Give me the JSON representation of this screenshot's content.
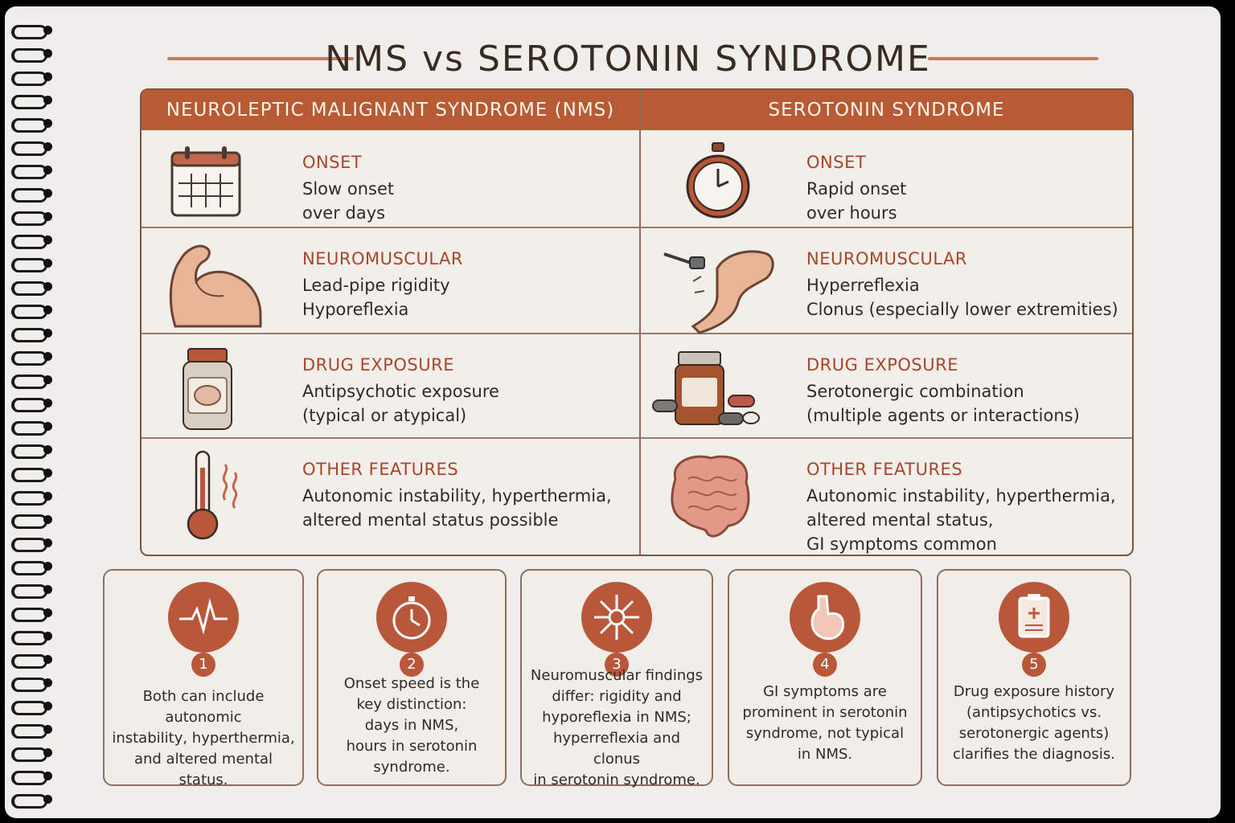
{
  "title": "NMS vs SEROTONIN SYNDROME",
  "columns": {
    "left_header": "NEUROLEPTIC MALIGNANT SYNDROME (NMS)",
    "right_header": "SEROTONIN SYNDROME"
  },
  "rows": [
    {
      "nms": {
        "label": "ONSET",
        "lines": [
          "Slow onset",
          "over days"
        ],
        "icon": "calendar-icon"
      },
      "ss": {
        "label": "ONSET",
        "lines": [
          "Rapid onset",
          "over hours"
        ],
        "icon": "stopwatch-icon"
      }
    },
    {
      "nms": {
        "label": "NEUROMUSCULAR",
        "lines": [
          "Lead-pipe rigidity",
          "Hyporeflexia"
        ],
        "icon": "flexed-arm-icon"
      },
      "ss": {
        "label": "NEUROMUSCULAR",
        "lines": [
          "Hyperreflexia",
          "Clonus (especially lower extremities)"
        ],
        "icon": "reflex-hammer-knee-icon"
      }
    },
    {
      "nms": {
        "label": "DRUG EXPOSURE",
        "lines": [
          "Antipsychotic exposure",
          "(typical or atypical)"
        ],
        "icon": "pill-bottle-brain-icon"
      },
      "ss": {
        "label": "DRUG EXPOSURE",
        "lines": [
          "Serotonergic combination",
          "(multiple agents or interactions)"
        ],
        "icon": "pill-bottle-capsules-icon"
      }
    },
    {
      "nms": {
        "label": "OTHER FEATURES",
        "lines": [
          "Autonomic instability, hyperthermia,",
          "altered mental status possible"
        ],
        "icon": "thermometer-icon"
      },
      "ss": {
        "label": "OTHER FEATURES",
        "lines": [
          "Autonomic instability, hyperthermia,",
          "altered mental status,",
          "GI symptoms common"
        ],
        "icon": "intestines-icon"
      }
    }
  ],
  "cards": [
    {
      "number": "1",
      "icon": "heartbeat-icon",
      "lines": [
        "Both can include autonomic",
        "instability, hyperthermia,",
        "and altered mental status."
      ]
    },
    {
      "number": "2",
      "icon": "stopwatch-icon",
      "lines": [
        "Onset speed is the",
        "key distinction:",
        "days in NMS,",
        "hours in serotonin",
        "syndrome."
      ]
    },
    {
      "number": "3",
      "icon": "neuron-icon",
      "lines": [
        "Neuromuscular findings",
        "differ: rigidity and",
        "hyporeflexia in NMS;",
        "hyperreflexia and clonus",
        "in serotonin syndrome."
      ]
    },
    {
      "number": "4",
      "icon": "stomach-icon",
      "lines": [
        "GI symptoms are",
        "prominent in serotonin",
        "syndrome, not typical",
        "in NMS."
      ]
    },
    {
      "number": "5",
      "icon": "clipboard-icon",
      "lines": [
        "Drug exposure history",
        "(antipsychotics vs.",
        "serotonergic agents)",
        "clarifies the diagnosis."
      ]
    }
  ],
  "colors": {
    "accent": "#b85a34",
    "label": "#a8452a",
    "paper": "#f0eeea"
  }
}
